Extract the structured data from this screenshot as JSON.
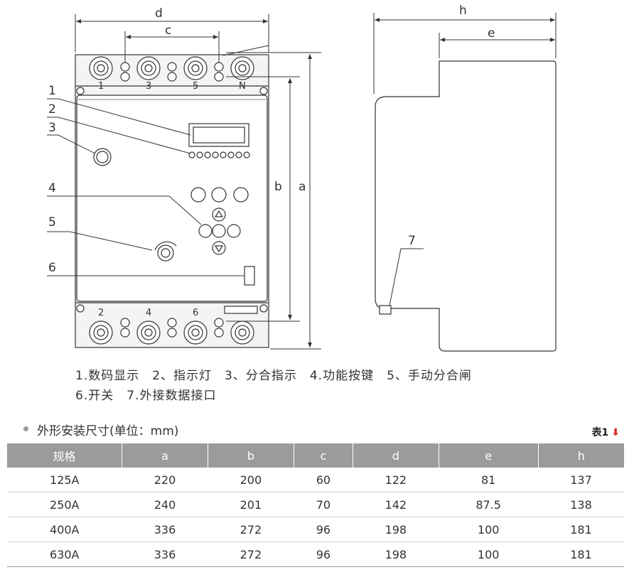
{
  "drawing": {
    "dim_labels": [
      "d",
      "c",
      "h",
      "e",
      "b",
      "a"
    ],
    "pole_top": [
      "1",
      "3",
      "5",
      "N"
    ],
    "pole_bottom": [
      "2",
      "4",
      "6"
    ],
    "callouts": [
      "1",
      "2",
      "3",
      "4",
      "5",
      "6"
    ],
    "side_callout": "7"
  },
  "caption": {
    "line1": "1.数码显示　2、指示灯　3、分合指示　4.功能按键　5、手动分合闸",
    "line2": "6.开关　7.外接数据接口"
  },
  "section": {
    "title": "外形安装尺寸(单位：mm)",
    "table_label": "表1",
    "table_arrow": "⬇"
  },
  "table": {
    "headers": [
      "规格",
      "a",
      "b",
      "c",
      "d",
      "e",
      "h"
    ],
    "rows": [
      [
        "125A",
        "220",
        "200",
        "60",
        "122",
        "81",
        "137"
      ],
      [
        "250A",
        "240",
        "201",
        "70",
        "142",
        "87.5",
        "138"
      ],
      [
        "400A",
        "336",
        "272",
        "96",
        "198",
        "100",
        "181"
      ],
      [
        "630A",
        "336",
        "272",
        "96",
        "198",
        "100",
        "181"
      ]
    ]
  }
}
